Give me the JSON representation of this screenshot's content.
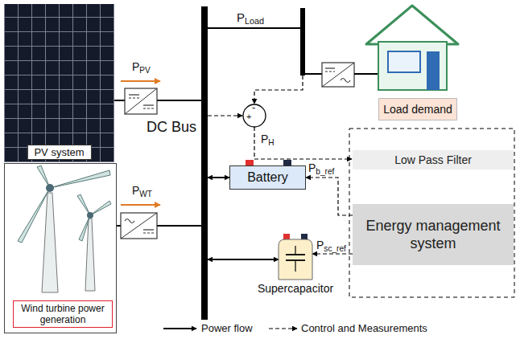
{
  "diagram": {
    "nodes": [
      {
        "text": [
          "PV system"
        ]
      },
      {
        "text": [
          "DC Bus"
        ]
      },
      {
        "text": [
          "Wind turbine power generation"
        ]
      },
      {
        "text": [
          "Load demand"
        ]
      },
      {
        "text": [
          "Battery"
        ]
      },
      {
        "text": [
          "Supercapacitor"
        ]
      },
      {
        "text": [
          "Low Pass Filter"
        ]
      },
      {
        "text": [
          "Energy management system"
        ]
      }
    ],
    "edges": [
      {
        "from": 0,
        "to": 1,
        "label": "PPV",
        "arrow": "none"
      },
      {
        "from": 2,
        "to": 1,
        "label": "PWT",
        "arrow": "none"
      },
      {
        "from": 1,
        "to": 4,
        "arrow": "both"
      },
      {
        "from": 1,
        "to": 5,
        "arrow": "both"
      },
      {
        "from": 7,
        "to": 4,
        "label": "Pb_ref",
        "arrow": "to"
      },
      {
        "from": 7,
        "to": 5,
        "label": "Psc_ref",
        "arrow": "to"
      }
    ],
    "labels": [
      "PLoad",
      "PH",
      "-",
      "+"
    ],
    "legend": [
      {
        "text": "Power flow"
      },
      {
        "text": "Control and Measurements"
      }
    ]
  }
}
